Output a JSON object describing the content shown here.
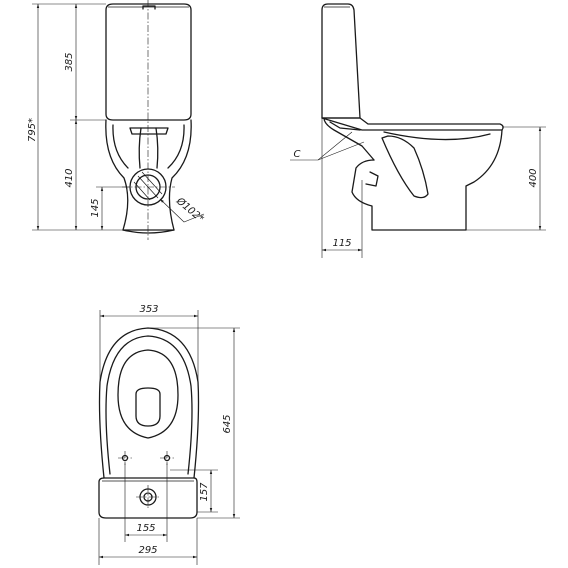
{
  "dimensions": {
    "overall_height": "795*",
    "tank_height": "385",
    "pan_height": "410",
    "outlet_height": "145",
    "outlet_diameter": "Ø102*",
    "side_callout": "C",
    "seat_height": "400",
    "back_offset": "115",
    "top_width": "353",
    "depth": "645",
    "bolt_offset": "157",
    "bolt_spacing": "155",
    "tank_width": "295"
  }
}
